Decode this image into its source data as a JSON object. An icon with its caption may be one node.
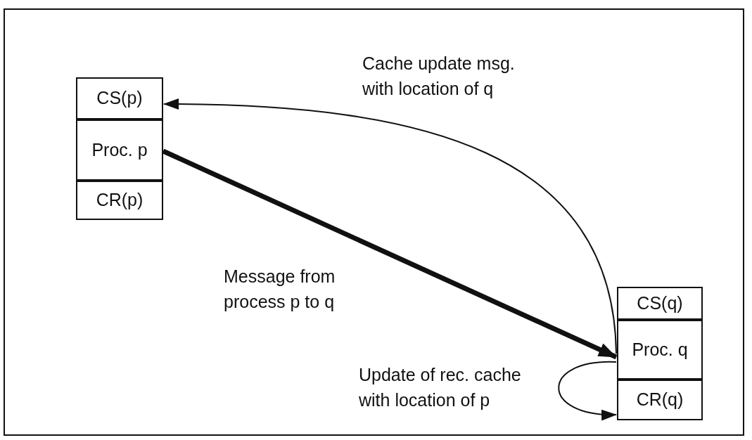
{
  "diagram": {
    "nodes": [
      {
        "text": [
          "CS(p)"
        ]
      },
      {
        "text": [
          "Proc. p"
        ]
      },
      {
        "text": [
          "CR(p)"
        ]
      },
      {
        "text": [
          "CS(q)"
        ]
      },
      {
        "text": [
          "Proc. q"
        ]
      },
      {
        "text": [
          "CR(q)"
        ]
      }
    ],
    "edges": [
      {
        "from": 1,
        "to": 4,
        "arrow": "to",
        "style": "thick",
        "label": "Message from process p to q"
      },
      {
        "from": 4,
        "to": 0,
        "arrow": "to",
        "label": "Cache update msg. with location of q"
      },
      {
        "from": 4,
        "to": 5,
        "arrow": "to",
        "label": "Update of rec. cache with location of p"
      }
    ]
  }
}
